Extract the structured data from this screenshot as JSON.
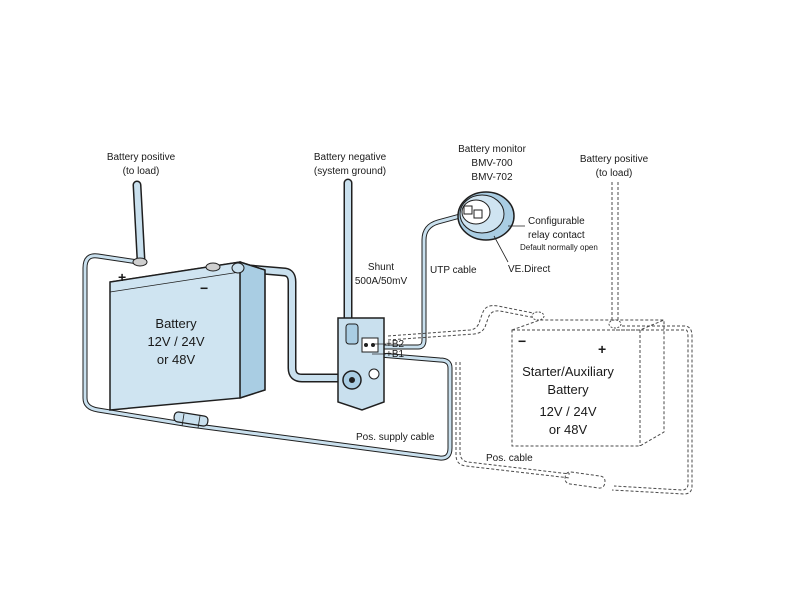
{
  "labels": {
    "pos_load_left": [
      "Battery positive",
      "(to load)"
    ],
    "neg_ground": [
      "Battery negative",
      "(system ground)"
    ],
    "monitor": [
      "Battery monitor",
      "BMV-700",
      "BMV-702"
    ],
    "pos_load_right": [
      "Battery positive",
      "(to load)"
    ],
    "relay": [
      "Configurable",
      "relay contact"
    ],
    "relay_default": "Default normally open",
    "vedirect": "VE.Direct",
    "utp": "UTP cable",
    "shunt": [
      "Shunt",
      "500A/50mV"
    ],
    "b2": "+B2",
    "b1": "+B1",
    "pos_supply": "Pos. supply cable",
    "pos_cable": "Pos. cable"
  },
  "main_battery": {
    "lines": [
      "Battery",
      "12V  / 24V",
      "or 48V"
    ],
    "plus": "+",
    "minus": "−"
  },
  "aux_battery": {
    "lines": [
      "Starter/Auxiliary",
      "Battery",
      "12V  / 24V",
      "or 48V"
    ],
    "plus": "+",
    "minus": "−"
  },
  "colors": {
    "battery_fill": "#cfe4f1",
    "battery_side": "#a9cde3",
    "cable_fill": "#c9e0ee",
    "outline": "#1f1f1f",
    "dashed": "#4a4a4a"
  }
}
